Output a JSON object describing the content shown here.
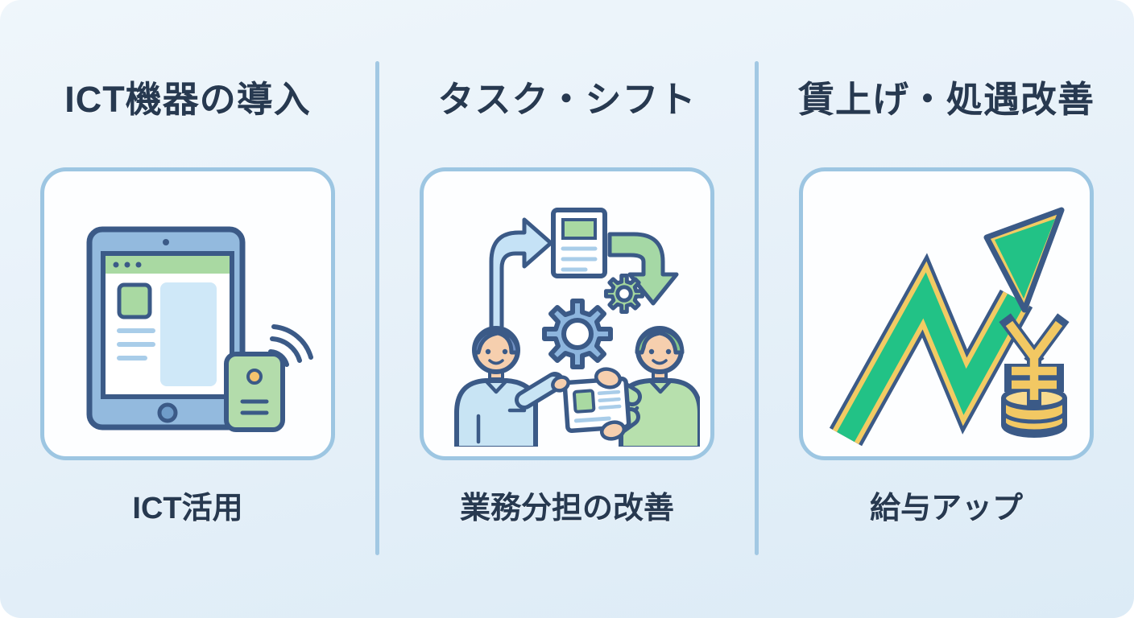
{
  "panels": [
    {
      "title": "ICT機器の導入",
      "caption": "ICT活用",
      "icon": "tablet-nfc-device-icon"
    },
    {
      "title": "タスク・シフト",
      "caption": "業務分担の改善",
      "icon": "people-exchanging-tasks-icon"
    },
    {
      "title": "賃上げ・処遇改善",
      "caption": "給与アップ",
      "icon": "rising-arrow-yen-coins-icon"
    }
  ],
  "colors": {
    "background": "#e7f1f9",
    "card_fill": "#fdfeff",
    "card_border": "#9dc6e2",
    "divider": "#a2c8e3",
    "text": "#273950",
    "outline_navy": "#3b5a87",
    "device_blue": "#93bade",
    "light_blue": "#cfe8f8",
    "soft_green": "#a9d9a2",
    "emerald_green": "#22c286",
    "gold": "#f2c863",
    "skin": "#f6cfae",
    "orange_dot": "#f5c26d"
  }
}
